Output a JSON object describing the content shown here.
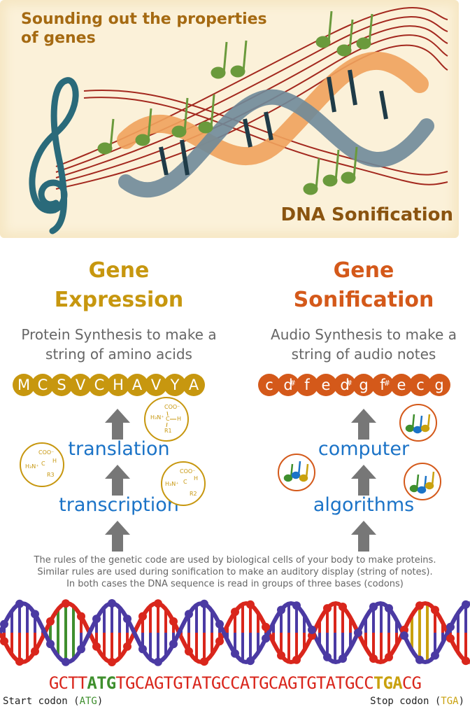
{
  "banner": {
    "title_line1": "Sounding out the properties",
    "title_line2": "of genes",
    "caption": "DNA Sonification"
  },
  "left": {
    "title_line1": "Gene",
    "title_line2": "Expression",
    "subtitle_line1": "Protein Synthesis to make a",
    "subtitle_line2": "string of amino acids",
    "beads": [
      "M",
      "C",
      "S",
      "V",
      "C",
      "H",
      "A",
      "V",
      "Y",
      "A"
    ],
    "step_upper": "translation",
    "step_lower": "transcription"
  },
  "right": {
    "title_line1": "Gene",
    "title_line2": "Sonification",
    "subtitle_line1": "Audio Synthesis to make a",
    "subtitle_line2": "string of audio notes",
    "beads": [
      {
        "note": "c",
        "sharp": ""
      },
      {
        "note": "d",
        "sharp": "#"
      },
      {
        "note": "f",
        "sharp": ""
      },
      {
        "note": "e",
        "sharp": ""
      },
      {
        "note": "d",
        "sharp": "#"
      },
      {
        "note": "g",
        "sharp": ""
      },
      {
        "note": "f",
        "sharp": "#"
      },
      {
        "note": "e",
        "sharp": ""
      },
      {
        "note": "c",
        "sharp": ""
      },
      {
        "note": "g",
        "sharp": ""
      }
    ],
    "step_upper": "computer",
    "step_lower": "algorithms"
  },
  "rules": {
    "line1": "The rules of the genetic code are used by biological cells of your body to make proteins.",
    "line2": "Similar rules are used during sonification to make an auditory display (string of notes).",
    "line3": "In both cases the DNA sequence is read in groups of three bases (codons)"
  },
  "sequence": {
    "part1": "GCTT",
    "start": "ATG",
    "middle": "TGCAGTGTATGCCATGCAGTGTATGCC",
    "stop": "TGA",
    "end": "CG"
  },
  "start_label": {
    "text": "Start codon (",
    "codon": "ATG",
    "close": ")"
  },
  "stop_label": {
    "text": "Stop codon (",
    "codon": "TGA",
    "close": ")"
  },
  "amino_labels": {
    "top_coo": "COO⁻",
    "r1": "R1",
    "r2": "R2",
    "r3": "R3",
    "h3n": "H₃N⁺",
    "c": "C",
    "h": "H"
  },
  "colors": {
    "left_accent": "#c7970f",
    "right_accent": "#d4591a",
    "step_blue": "#1b73c7",
    "arrow_gray": "#777777",
    "dna_red": "#d9261c",
    "dna_purple": "#4b3aa3",
    "start_green": "#3f8f2e",
    "stop_gold": "#c9a10e"
  }
}
